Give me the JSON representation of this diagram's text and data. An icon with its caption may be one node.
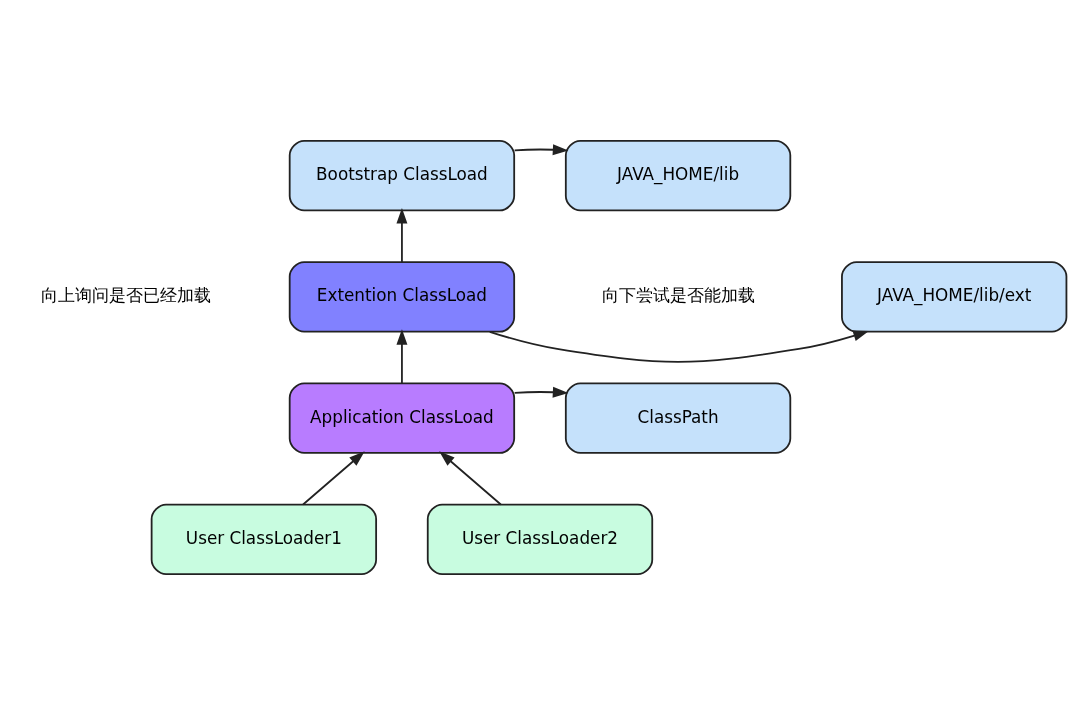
{
  "diagram": {
    "nodes": [
      {
        "text": [
          "Bootstrap ClassLoad"
        ]
      },
      {
        "text": [
          "Extention ClassLoad"
        ]
      },
      {
        "text": [
          "Application ClassLoad"
        ]
      },
      {
        "text": [
          "User ClassLoader1"
        ]
      },
      {
        "text": [
          "User ClassLoader2"
        ]
      },
      {
        "text": [
          "JAVA_HOME/lib"
        ]
      },
      {
        "text": [
          "JAVA_HOME/lib/ext"
        ]
      },
      {
        "text": [
          "ClassPath"
        ]
      }
    ],
    "edges": [
      {
        "from": 1,
        "to": 0,
        "arrow": "to"
      },
      {
        "from": 2,
        "to": 1,
        "arrow": "to"
      },
      {
        "from": 3,
        "to": 2,
        "arrow": "to"
      },
      {
        "from": 4,
        "to": 2,
        "arrow": "to"
      },
      {
        "from": 0,
        "to": 5,
        "arrow": "to"
      },
      {
        "from": 1,
        "to": 6,
        "arrow": "to"
      },
      {
        "from": 2,
        "to": 7,
        "arrow": "to"
      }
    ],
    "labels": [
      "向上询问是否已经加载",
      "向下尝试是否能加载"
    ]
  }
}
